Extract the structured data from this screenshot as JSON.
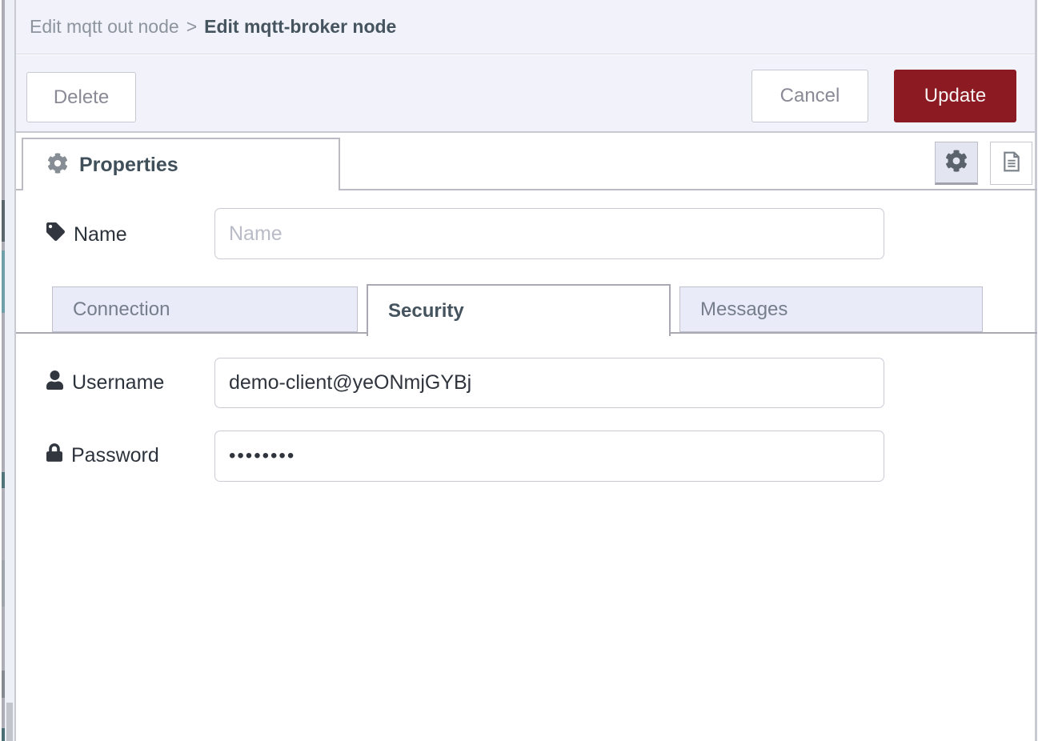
{
  "breadcrumb": {
    "parent": "Edit mqtt out node",
    "separator": ">",
    "current": "Edit mqtt-broker node"
  },
  "actions": {
    "delete": "Delete",
    "cancel": "Cancel",
    "update": "Update"
  },
  "editor": {
    "properties_tab": "Properties",
    "toolbar_icons": [
      "gear-icon",
      "document-icon"
    ]
  },
  "form": {
    "name": {
      "label": "Name",
      "placeholder": "Name",
      "value": "",
      "icon": "tag-icon"
    },
    "section_tabs": [
      {
        "label": "Connection",
        "active": false
      },
      {
        "label": "Security",
        "active": true
      },
      {
        "label": "Messages",
        "active": false
      }
    ],
    "username": {
      "label": "Username",
      "value": "demo-client@yeONmjGYBj",
      "icon": "user-icon"
    },
    "password": {
      "label": "Password",
      "masked_value": "••••••••",
      "icon": "lock-icon"
    }
  },
  "colors": {
    "update_button": "#8C1A23",
    "header_bg": "#F1F2FA",
    "inactive_tab_bg": "#E9EBF8",
    "active_heading_text": "#44535D",
    "muted_button_text": "#8A8A96"
  }
}
